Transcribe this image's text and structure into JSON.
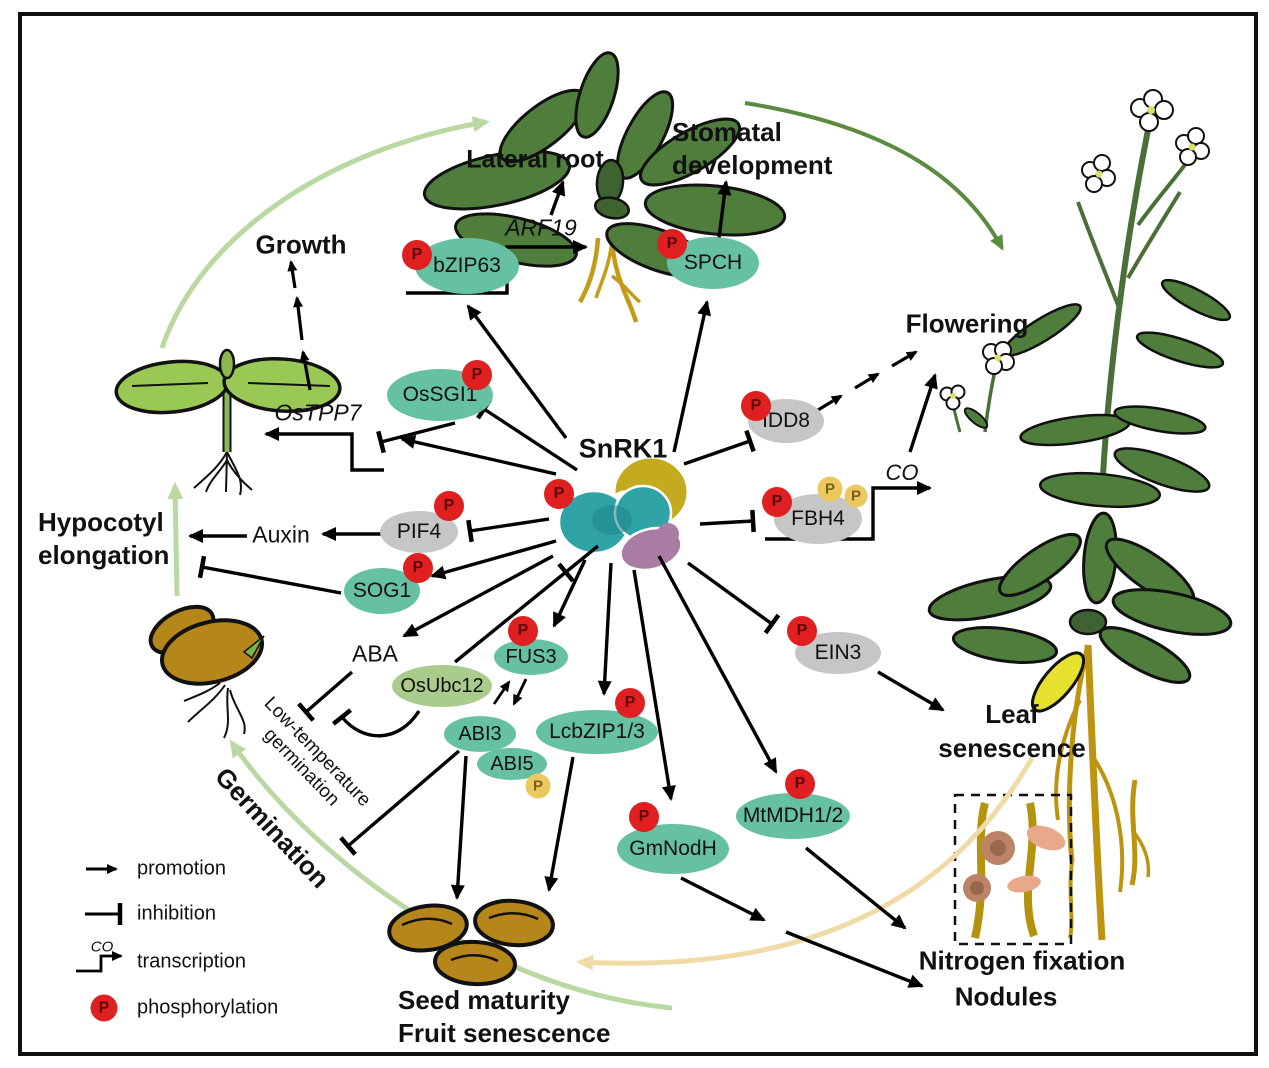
{
  "figure": {
    "center_label": "SnRK1",
    "p_symbol": "P"
  },
  "nodes": {
    "bzip63": {
      "label": "bZIP63"
    },
    "spch": {
      "label": "SPCH"
    },
    "ossgi1": {
      "label": "OsSGI1"
    },
    "idd8": {
      "label": "IDD8"
    },
    "fbh4": {
      "label": "FBH4"
    },
    "pif4": {
      "label": "PIF4"
    },
    "sog1": {
      "label": "SOG1"
    },
    "fus3": {
      "label": "FUS3"
    },
    "osubc12": {
      "label": "OsUbc12"
    },
    "abi3": {
      "label": "ABI3"
    },
    "abi5": {
      "label": "ABI5"
    },
    "lcbzip13": {
      "label": "LcbZIP1/3"
    },
    "ein3": {
      "label": "EIN3"
    },
    "gmnodh": {
      "label": "GmNodH"
    },
    "mtmdh12": {
      "label": "MtMDH1/2"
    }
  },
  "genes": {
    "arf19": "ARF19",
    "ostpp7": "OsTPP7",
    "co": "CO"
  },
  "signals": {
    "aba": "ABA",
    "auxin": "Auxin"
  },
  "outcomes": {
    "lateral_root": "Lateral root",
    "stomatal_1": "Stomatal",
    "stomatal_2": "development",
    "growth": "Growth",
    "flowering": "Flowering",
    "hypocotyl_1": "Hypocotyl",
    "hypocotyl_2": "elongation",
    "leaf_1": "Leaf",
    "leaf_2": "senescence",
    "nitrogen_fixation": "Nitrogen fixation",
    "nodules": "Nodules",
    "seed_maturity": "Seed maturity",
    "fruit_senescence": "Fruit senescence",
    "germination": "Germination",
    "low_temp_1": "Low-temperature",
    "low_temp_2": "germination"
  },
  "legend": {
    "promotion": "promotion",
    "inhibition": "inhibition",
    "transcription": "transcription",
    "transcription_tag": "CO",
    "phosphorylation": "phosphorylation"
  },
  "colors": {
    "node_teal": "#66c1a2",
    "node_gray": "#c6c6c6",
    "node_lightgreen": "#a9cb8b",
    "phospho_red": "#e02020",
    "phospho_yellow": "#edc85f",
    "arrow_black": "#000000",
    "arrow_lightgreen": "#b9d8a2",
    "arrow_darkgreen": "#5a8b3f",
    "arrow_tan": "#f0dba6",
    "seed_brown": "#b5861a",
    "leaf_green": "#4e7d3c",
    "root_gold": "#bd9410",
    "snrk1_teal": "#2fa3a6",
    "snrk1_yellow": "#c3aa1e",
    "snrk1_purple": "#a97ca4"
  }
}
